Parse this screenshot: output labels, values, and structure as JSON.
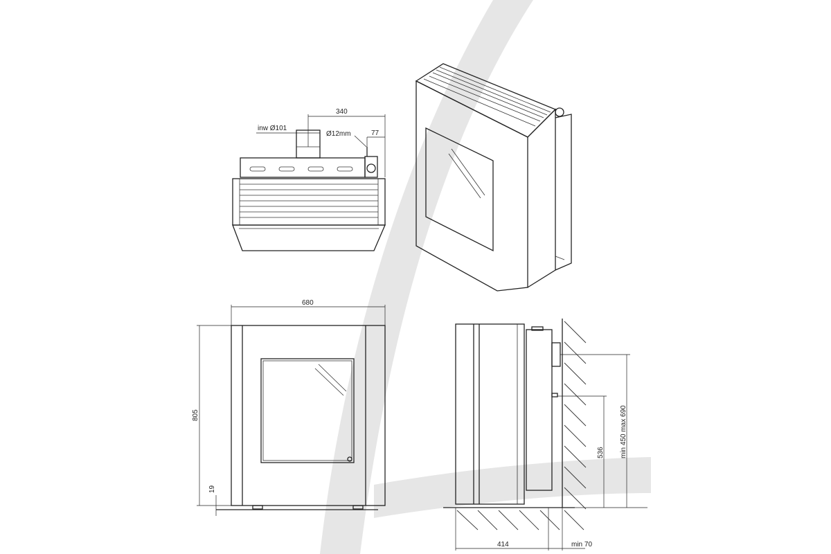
{
  "drawing": {
    "top_view": {
      "dim_width": "340",
      "dim_flue": "inw Ø101",
      "dim_pipe": "Ø12mm",
      "dim_offset": "77"
    },
    "front_view": {
      "dim_width": "680",
      "dim_height": "805",
      "dim_feet": "19"
    },
    "side_view": {
      "dim_depth": "414",
      "dim_wall_gap": "min 70",
      "dim_pipe_height": "536",
      "dim_flue_height": "min 450 max 690"
    },
    "colors": {
      "swoosh": "#e6e6e6",
      "line": "#222222"
    }
  }
}
